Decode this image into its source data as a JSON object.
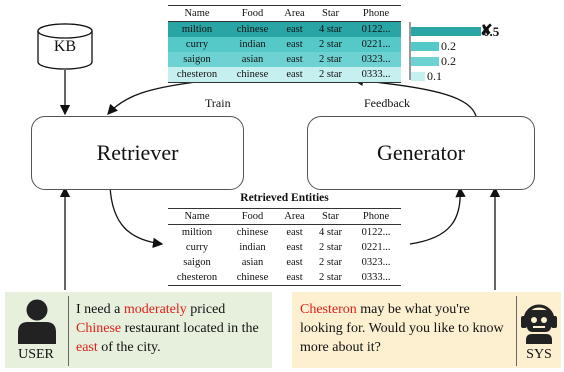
{
  "headers": [
    "Name",
    "Food",
    "Area",
    "Star",
    "Phone"
  ],
  "scored_rows": [
    {
      "cells": [
        "miltion",
        "chinese",
        "east",
        "4 star",
        "0122..."
      ],
      "color": "#2aa5a6",
      "score": "0.5",
      "bar": 0.5
    },
    {
      "cells": [
        "curry",
        "indian",
        "east",
        "2 star",
        "0221..."
      ],
      "color": "#55c8c8",
      "score": "0.2",
      "bar": 0.2
    },
    {
      "cells": [
        "saigon",
        "asian",
        "east",
        "2 star",
        "0323..."
      ],
      "color": "#6fd2d2",
      "score": "0.2",
      "bar": 0.2
    },
    {
      "cells": [
        "chesteron",
        "chinese",
        "east",
        "2 star",
        "0333..."
      ],
      "color": "#c6eff0",
      "score": "0.1",
      "bar": 0.1
    }
  ],
  "wrong_mark": "✘",
  "kb_label": "KB",
  "retriever_label": "Retriever",
  "generator_label": "Generator",
  "train_label": "Train",
  "feedback_label": "Feedback",
  "retrieved_title": "Retrieved  Entities",
  "retrieved_rows": [
    [
      "miltion",
      "chinese",
      "east",
      "4 star",
      "0122..."
    ],
    [
      "curry",
      "indian",
      "east",
      "2 star",
      "0221..."
    ],
    [
      "saigon",
      "asian",
      "east",
      "2 star",
      "0323..."
    ],
    [
      "chesteron",
      "chinese",
      "east",
      "2 star",
      "0333..."
    ]
  ],
  "user": {
    "label": "USER",
    "utterance_parts": [
      {
        "text": "I need a ",
        "hl": false
      },
      {
        "text": "moderately",
        "hl": true
      },
      {
        "text": " priced ",
        "hl": false
      },
      {
        "text": "Chinese",
        "hl": true
      },
      {
        "text": " restaurant located in the ",
        "hl": false
      },
      {
        "text": "east",
        "hl": true
      },
      {
        "text": " of the city.",
        "hl": false
      }
    ]
  },
  "sys": {
    "label": "SYS",
    "utterance_parts": [
      {
        "text": "Chesteron",
        "hl": true
      },
      {
        "text": " may be what you're looking for. Would you like to know more about it?",
        "hl": false
      }
    ]
  }
}
